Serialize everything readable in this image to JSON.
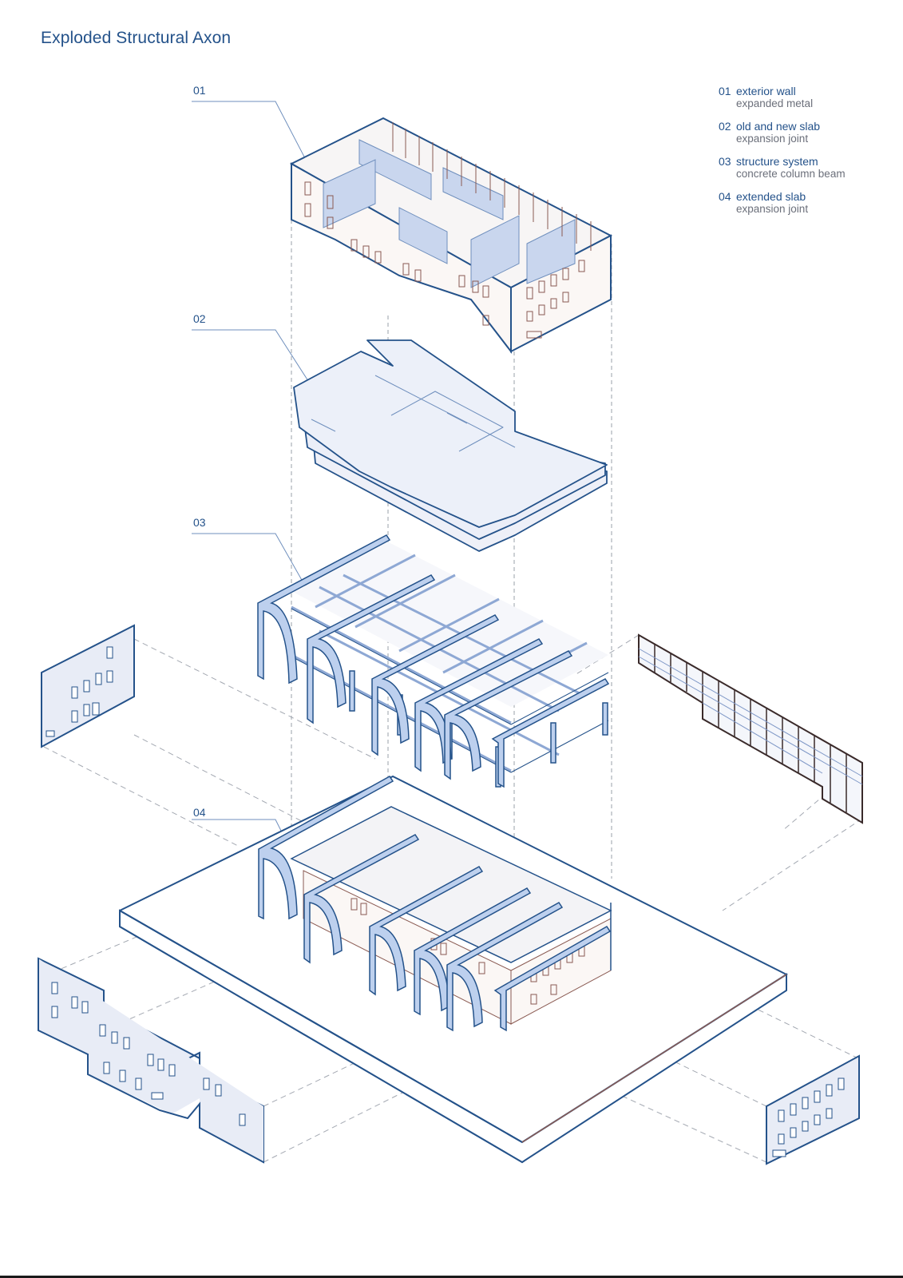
{
  "title": "Exploded Structural Axon",
  "callouts": [
    "01",
    "02",
    "03",
    "04"
  ],
  "legend": [
    {
      "num": "01",
      "title": "exterior wall",
      "sub": "expanded metal"
    },
    {
      "num": "02",
      "title": "old and new slab",
      "sub": "expansion joint"
    },
    {
      "num": "03",
      "title": "structure system",
      "sub": "concrete column beam"
    },
    {
      "num": "04",
      "title": "extended slab",
      "sub": "expansion joint"
    }
  ],
  "colors": {
    "ink": "#24528a",
    "fill": "#e9ecf6",
    "beam": "#bdd0ee",
    "facade": "#fbf7f5",
    "brick": "#8a5a52",
    "guide": "#9aa0aa"
  }
}
